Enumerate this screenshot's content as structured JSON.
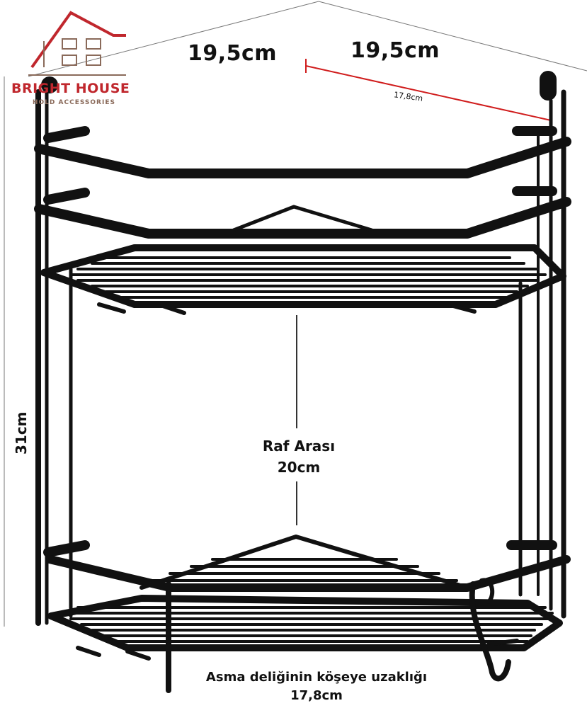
{
  "brand": {
    "name": "BRIGHT HOUSE",
    "tagline": "HOLD ACCESSORIES",
    "roof_color": "#c0272d",
    "text_color": "#c0272d"
  },
  "dimensions": {
    "width_left": "19,5cm",
    "width_right": "19,5cm",
    "hole_distance_small": "17,8cm",
    "height": "31cm",
    "shelf_gap_title": "Raf Arası",
    "shelf_gap_value": "20cm",
    "hole_caption_line1": "Asma deliğinin köşeye uzaklığı",
    "hole_caption_line2": "17,8cm"
  },
  "colors": {
    "metal": "#111111",
    "measure_line": "#d01c1c",
    "guide_line": "#555555"
  }
}
